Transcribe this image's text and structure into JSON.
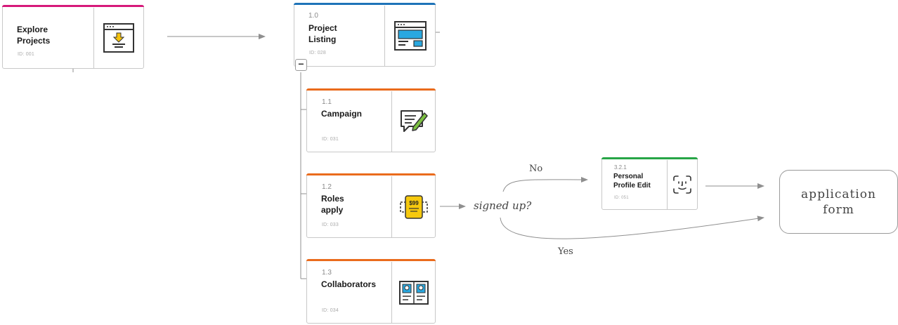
{
  "colors": {
    "pink": "#d6197a",
    "blue": "#1e73b8",
    "orange": "#ea6b1c",
    "green": "#27a547",
    "connector": "#8f8f8f"
  },
  "nodes": {
    "explore": {
      "title": "Explore\nProjects",
      "id": "ID: 001",
      "icon": "browser-download-icon"
    },
    "listing": {
      "number": "1.0",
      "title": "Project\nListing",
      "id": "ID: 028",
      "icon": "browser-layout-icon"
    },
    "campaign": {
      "number": "1.1",
      "title": "Campaign",
      "id": "ID: 031",
      "icon": "chat-edit-icon"
    },
    "roles": {
      "number": "1.2",
      "title": "Roles\napply",
      "id": "ID: 033",
      "icon": "price-ticket-icon",
      "price": "$99"
    },
    "collaborators": {
      "number": "1.3",
      "title": "Collaborators",
      "id": "ID: 034",
      "icon": "profile-cards-icon"
    },
    "profile": {
      "number": "3.2.1",
      "title": "Personal\nProfile Edit",
      "id": "ID: 051",
      "icon": "face-id-icon"
    }
  },
  "collapse_label": "−",
  "decision": {
    "question": "signed up?",
    "no_label": "No",
    "yes_label": "Yes"
  },
  "end_node": {
    "label": "application\nform"
  }
}
